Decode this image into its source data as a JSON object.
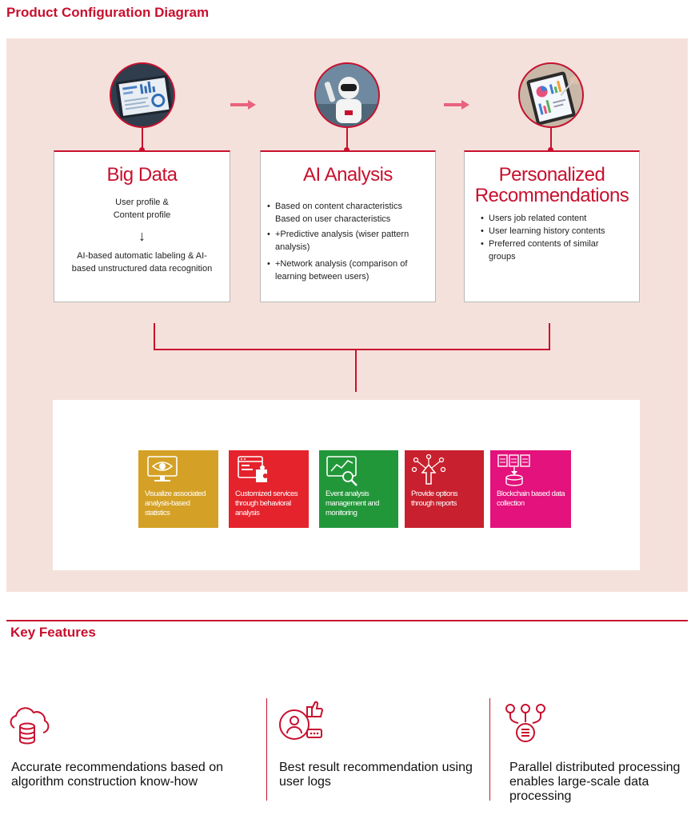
{
  "header": {
    "title": "Product Configuration Diagram"
  },
  "stages": [
    {
      "title": "Big Data",
      "lines": [
        "User profile &",
        "Content profile"
      ],
      "arrow": "↓",
      "footer": "AI-based automatic labeling & AI-based unstructured data recognition"
    },
    {
      "title": "AI Analysis",
      "bullets": [
        {
          "main": "Based on content characteristics",
          "sub": "Based on user characteristics"
        },
        {
          "main": "+Predictive analysis (wiser pattern analysis)"
        },
        {
          "main": "+Network analysis (comparison of learning between users)"
        }
      ]
    },
    {
      "title_line1": "Personalized",
      "title_line2": "Recommendations",
      "bullets": [
        "Users job related content",
        "User learning history contents",
        "Preferred contents of similar groups"
      ]
    }
  ],
  "services": [
    {
      "label": "Visualize associated analysis-based statistics",
      "color": "#d4a126",
      "icon": "monitor-eye-icon"
    },
    {
      "label": "Customized services through behavioral analysis",
      "color": "#e4232c",
      "icon": "browser-puzzle-icon"
    },
    {
      "label": "Event analysis management and monitoring",
      "color": "#22973a",
      "icon": "chart-magnifier-icon"
    },
    {
      "label": "Provide options through reports",
      "color": "#c8202e",
      "icon": "network-arrow-icon"
    },
    {
      "label": "Blockchain based data collection",
      "color": "#e3127c",
      "icon": "documents-database-icon"
    }
  ],
  "key_features": {
    "title": "Key Features",
    "items": [
      {
        "text": "Accurate recommendations based on algorithm construction know-how",
        "icon": "cloud-database-icon"
      },
      {
        "text": "Best result recommendation using user logs",
        "icon": "user-thumbs-up-icon"
      },
      {
        "text": "Parallel distributed processing enables large-scale data processing",
        "icon": "distributed-nodes-icon"
      }
    ]
  },
  "colors": {
    "accent": "#c8102e",
    "panel_bg": "#f5e1db"
  }
}
